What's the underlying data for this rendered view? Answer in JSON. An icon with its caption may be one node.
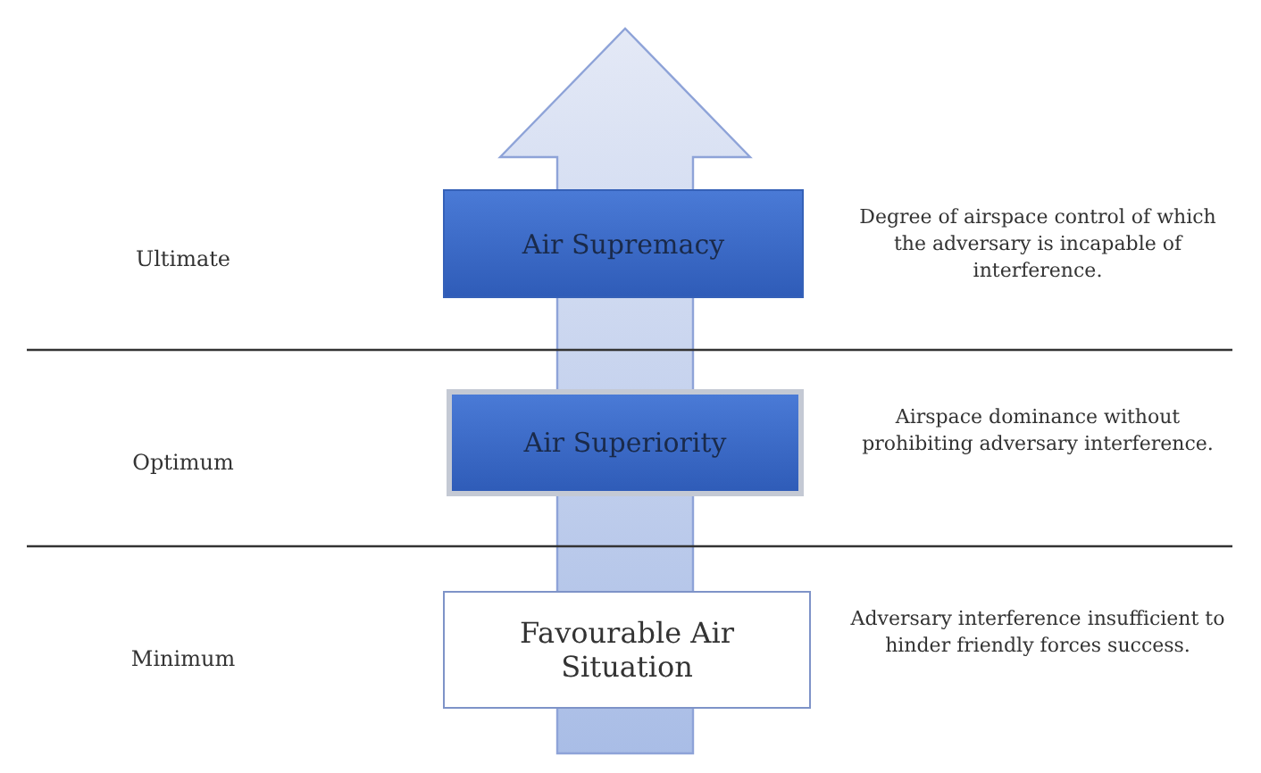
{
  "diagram": {
    "nodes": [
      {
        "text": [
          "Air Supremacy"
        ],
        "beside": [
          "Degree of airspace control of which the adversary is incapable of interference."
        ]
      },
      {
        "text": [
          "Air Superiority"
        ],
        "beside": [
          "Airspace dominance without prohibiting adversary interference."
        ]
      },
      {
        "text": [
          "Favourable Air Situation"
        ],
        "beside": [
          "Adversary interference insufficient to hinder friendly forces success."
        ]
      }
    ],
    "labels": [
      "Ultimate",
      "Optimum",
      "Minimum"
    ]
  }
}
